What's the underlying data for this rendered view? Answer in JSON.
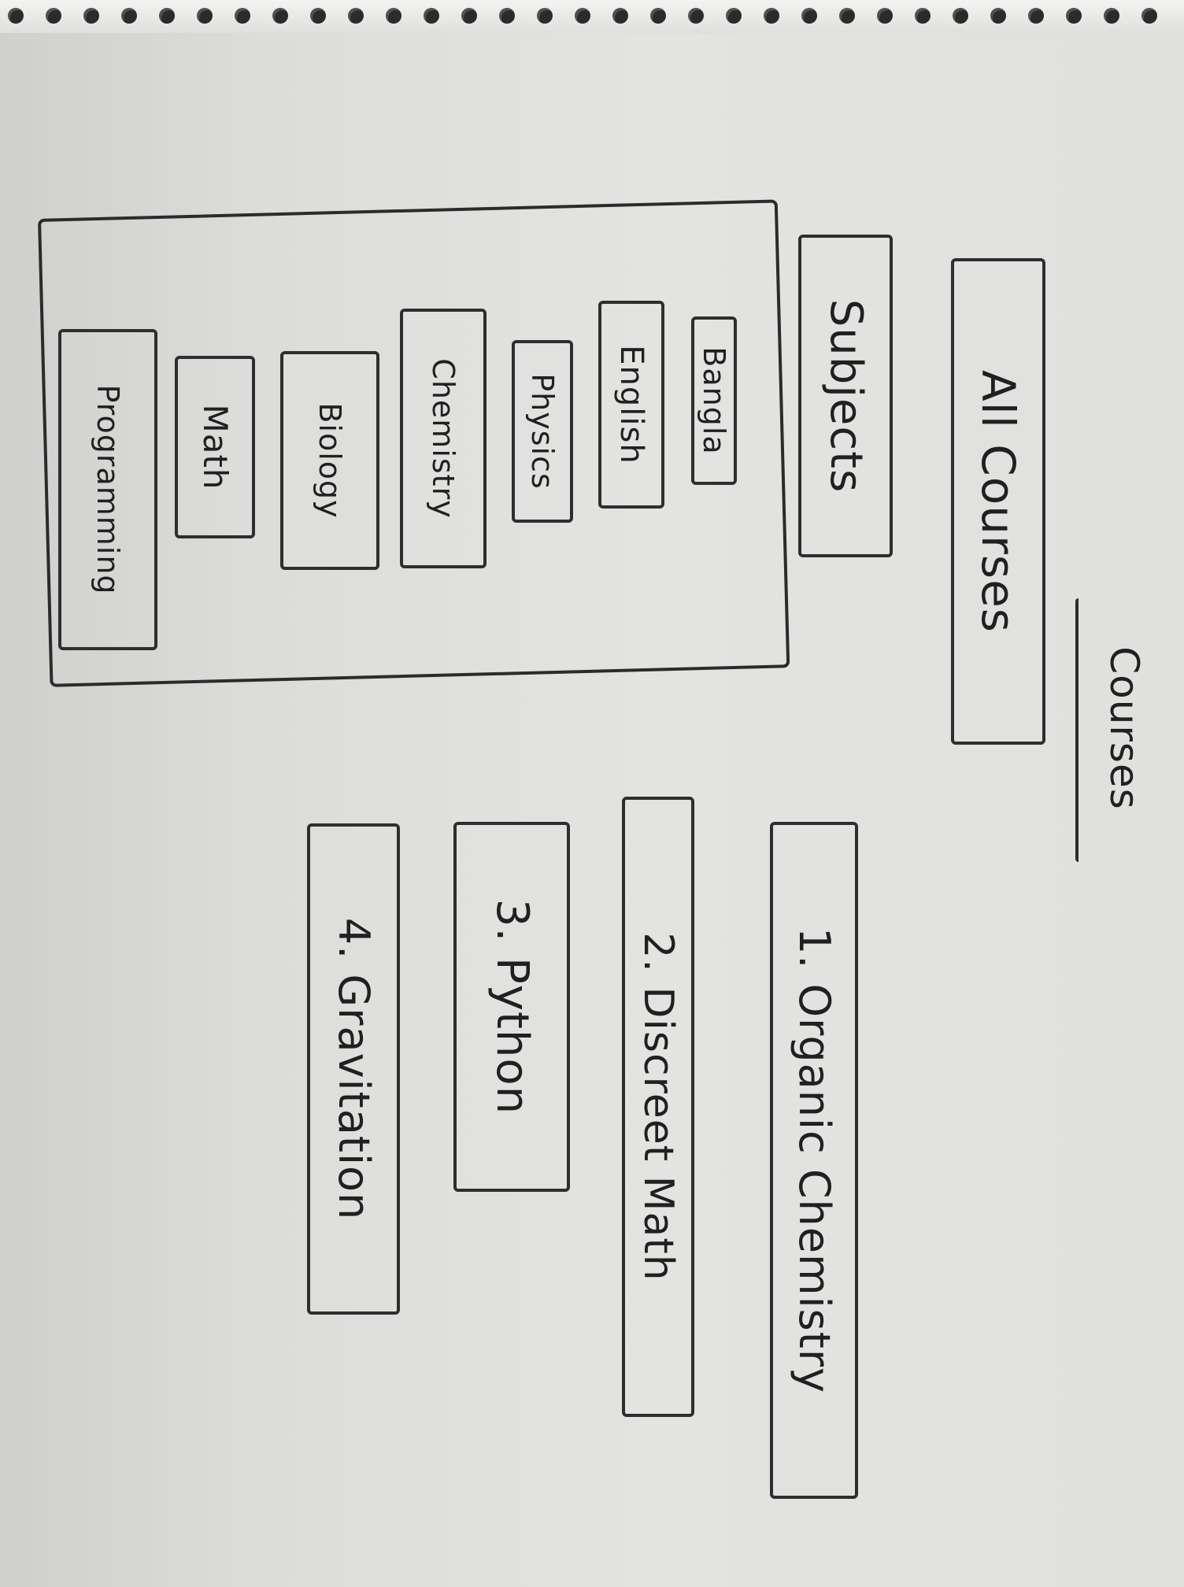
{
  "title": "Courses",
  "sections": {
    "all_courses": "All Courses",
    "subjects": "Subjects"
  },
  "subjects": [
    "Bangla",
    "English",
    "Physics",
    "Chemistry",
    "Biology",
    "Math",
    "Programming"
  ],
  "courses": [
    "1. Organic Chemistry",
    "2. Discreet Math",
    "3. Python",
    "4. Gravitation"
  ],
  "colors": {
    "ink": "#202020",
    "paper": "#e3e3e1",
    "spiral": "#2b2b2b"
  }
}
